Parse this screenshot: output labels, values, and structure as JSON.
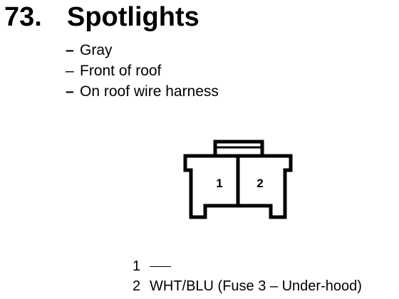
{
  "header": {
    "item_number": "73.",
    "title": "Spotlights"
  },
  "details": [
    {
      "dash": "–",
      "text": "Gray"
    },
    {
      "dash": "–",
      "text": "Front of roof"
    },
    {
      "dash": "–",
      "text": "On roof wire harness"
    }
  ],
  "connector": {
    "pin_labels": [
      "1",
      "2"
    ]
  },
  "pins": [
    {
      "number": "1",
      "wire": ""
    },
    {
      "number": "2",
      "wire": "WHT/BLU (Fuse 3 – Under-hood)"
    }
  ]
}
